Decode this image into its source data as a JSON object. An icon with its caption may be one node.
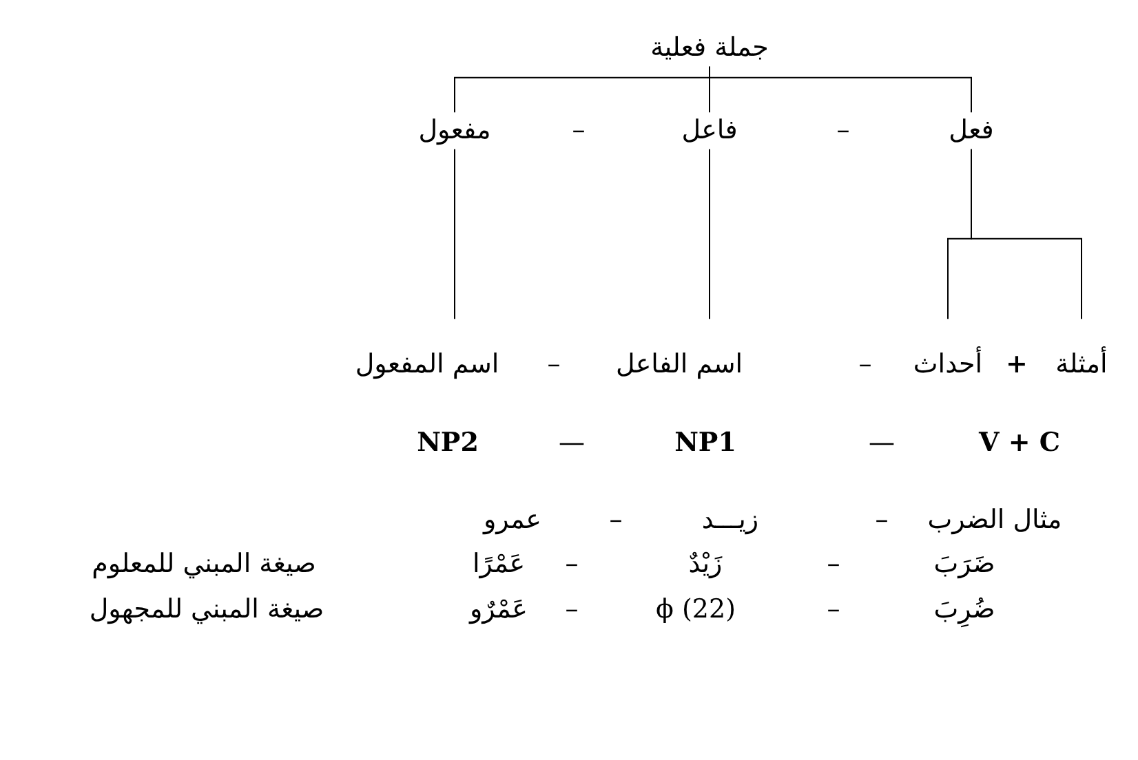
{
  "diagram": {
    "nodes": [
      {
        "text": [
          "جملة فعلية"
        ]
      },
      {
        "text": [
          "فعل"
        ]
      },
      {
        "text": [
          "فاعل"
        ]
      },
      {
        "text": [
          "مفعول"
        ]
      },
      {
        "text": [
          "أمثلة"
        ]
      },
      {
        "text": [
          "أحداث"
        ]
      },
      {
        "text": [
          "اسم الفاعل"
        ]
      },
      {
        "text": [
          "اسم المفعول"
        ]
      }
    ],
    "edges": [
      {
        "from": 0,
        "to": 1,
        "arrow": "none"
      },
      {
        "from": 0,
        "to": 2,
        "arrow": "none"
      },
      {
        "from": 0,
        "to": 3,
        "arrow": "none"
      },
      {
        "from": 1,
        "to": 4,
        "arrow": "none"
      },
      {
        "from": 1,
        "to": 5,
        "arrow": "none"
      },
      {
        "from": 2,
        "to": 6,
        "arrow": "none"
      },
      {
        "from": 3,
        "to": 7,
        "arrow": "none"
      }
    ],
    "labels": [
      "–",
      "–",
      "+",
      "–",
      "–",
      "V + C",
      "—",
      "NP1",
      "—",
      "NP2",
      "مثال الضرب",
      "–",
      "زيـــد",
      "–",
      "عمرو",
      "ضَرَبَ",
      "–",
      "زَيْدٌ",
      "–",
      "عَمْرًا",
      "صيغة المبني للمعلوم",
      "ضُرِبَ",
      "–",
      "ϕ (22)",
      "–",
      "عَمْرٌو",
      "صيغة المبني للمجهول"
    ]
  }
}
